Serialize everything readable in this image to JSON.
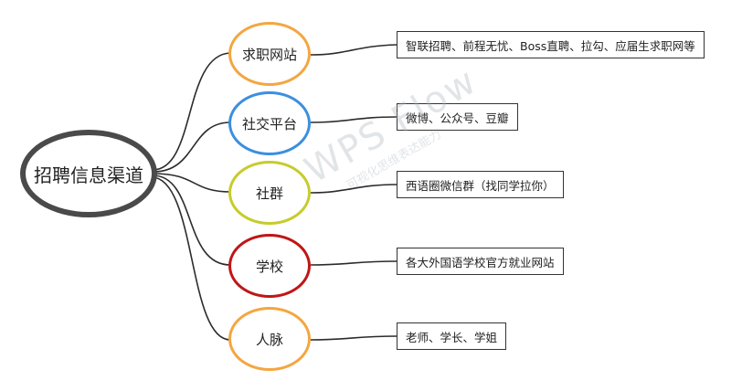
{
  "root": {
    "label": "招聘信息渠道"
  },
  "branches": [
    {
      "label": "求职网站",
      "detail": "智联招聘、前程无忧、Boss直聘、拉勾、应届生求职网等",
      "color": "#f4a640"
    },
    {
      "label": "社交平台",
      "detail": "微博、公众号、豆瓣",
      "color": "#3b8fe0"
    },
    {
      "label": "社群",
      "detail": "西语圈微信群（找同学拉你）",
      "color": "#c6cc2a"
    },
    {
      "label": "学校",
      "detail": "各大外国语学校官方就业网站",
      "color": "#c01616"
    },
    {
      "label": "人脉",
      "detail": "老师、学长、学姐",
      "color": "#f4a640"
    }
  ],
  "watermark": {
    "main": "WPS Flow",
    "sub": "可视化思维表达能力"
  },
  "colors": {
    "root_border": "#4a4a4a",
    "connector": "#2b2b2b"
  }
}
